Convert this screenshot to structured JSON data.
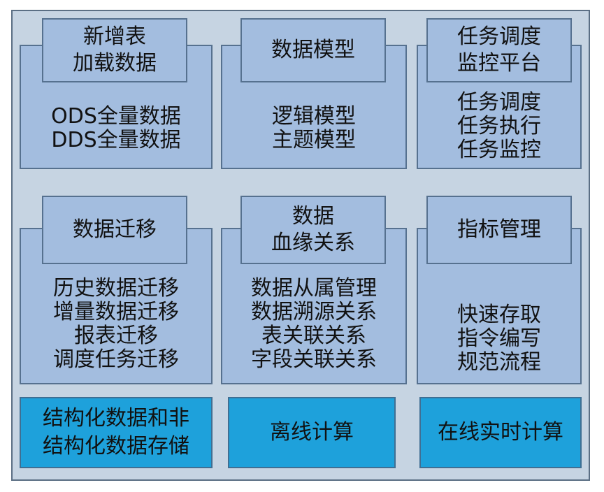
{
  "modules": [
    {
      "title": [
        "新增表",
        "加载数据"
      ],
      "items": [
        "ODS全量数据",
        "DDS全量数据"
      ]
    },
    {
      "title": [
        "数据模型"
      ],
      "items": [
        "逻辑模型",
        "主题模型"
      ]
    },
    {
      "title": [
        "任务调度",
        "监控平台"
      ],
      "items": [
        "任务调度",
        "任务执行",
        "任务监控"
      ]
    },
    {
      "title": [
        "数据迁移"
      ],
      "items": [
        "历史数据迁移",
        "增量数据迁移",
        "报表迁移",
        "调度任务迁移"
      ]
    },
    {
      "title": [
        "数据",
        "血缘关系"
      ],
      "items": [
        "数据从属管理",
        "数据溯源关系",
        "表关联关系",
        "字段关联关系"
      ]
    },
    {
      "title": [
        "指标管理"
      ],
      "items": [
        "快速存取",
        "指令编写",
        "规范流程"
      ]
    }
  ],
  "base": [
    {
      "lines": [
        "结构化数据和非",
        "结构化数据存储"
      ]
    },
    {
      "lines": [
        "离线计算"
      ]
    },
    {
      "lines": [
        "在线实时计算"
      ]
    }
  ]
}
